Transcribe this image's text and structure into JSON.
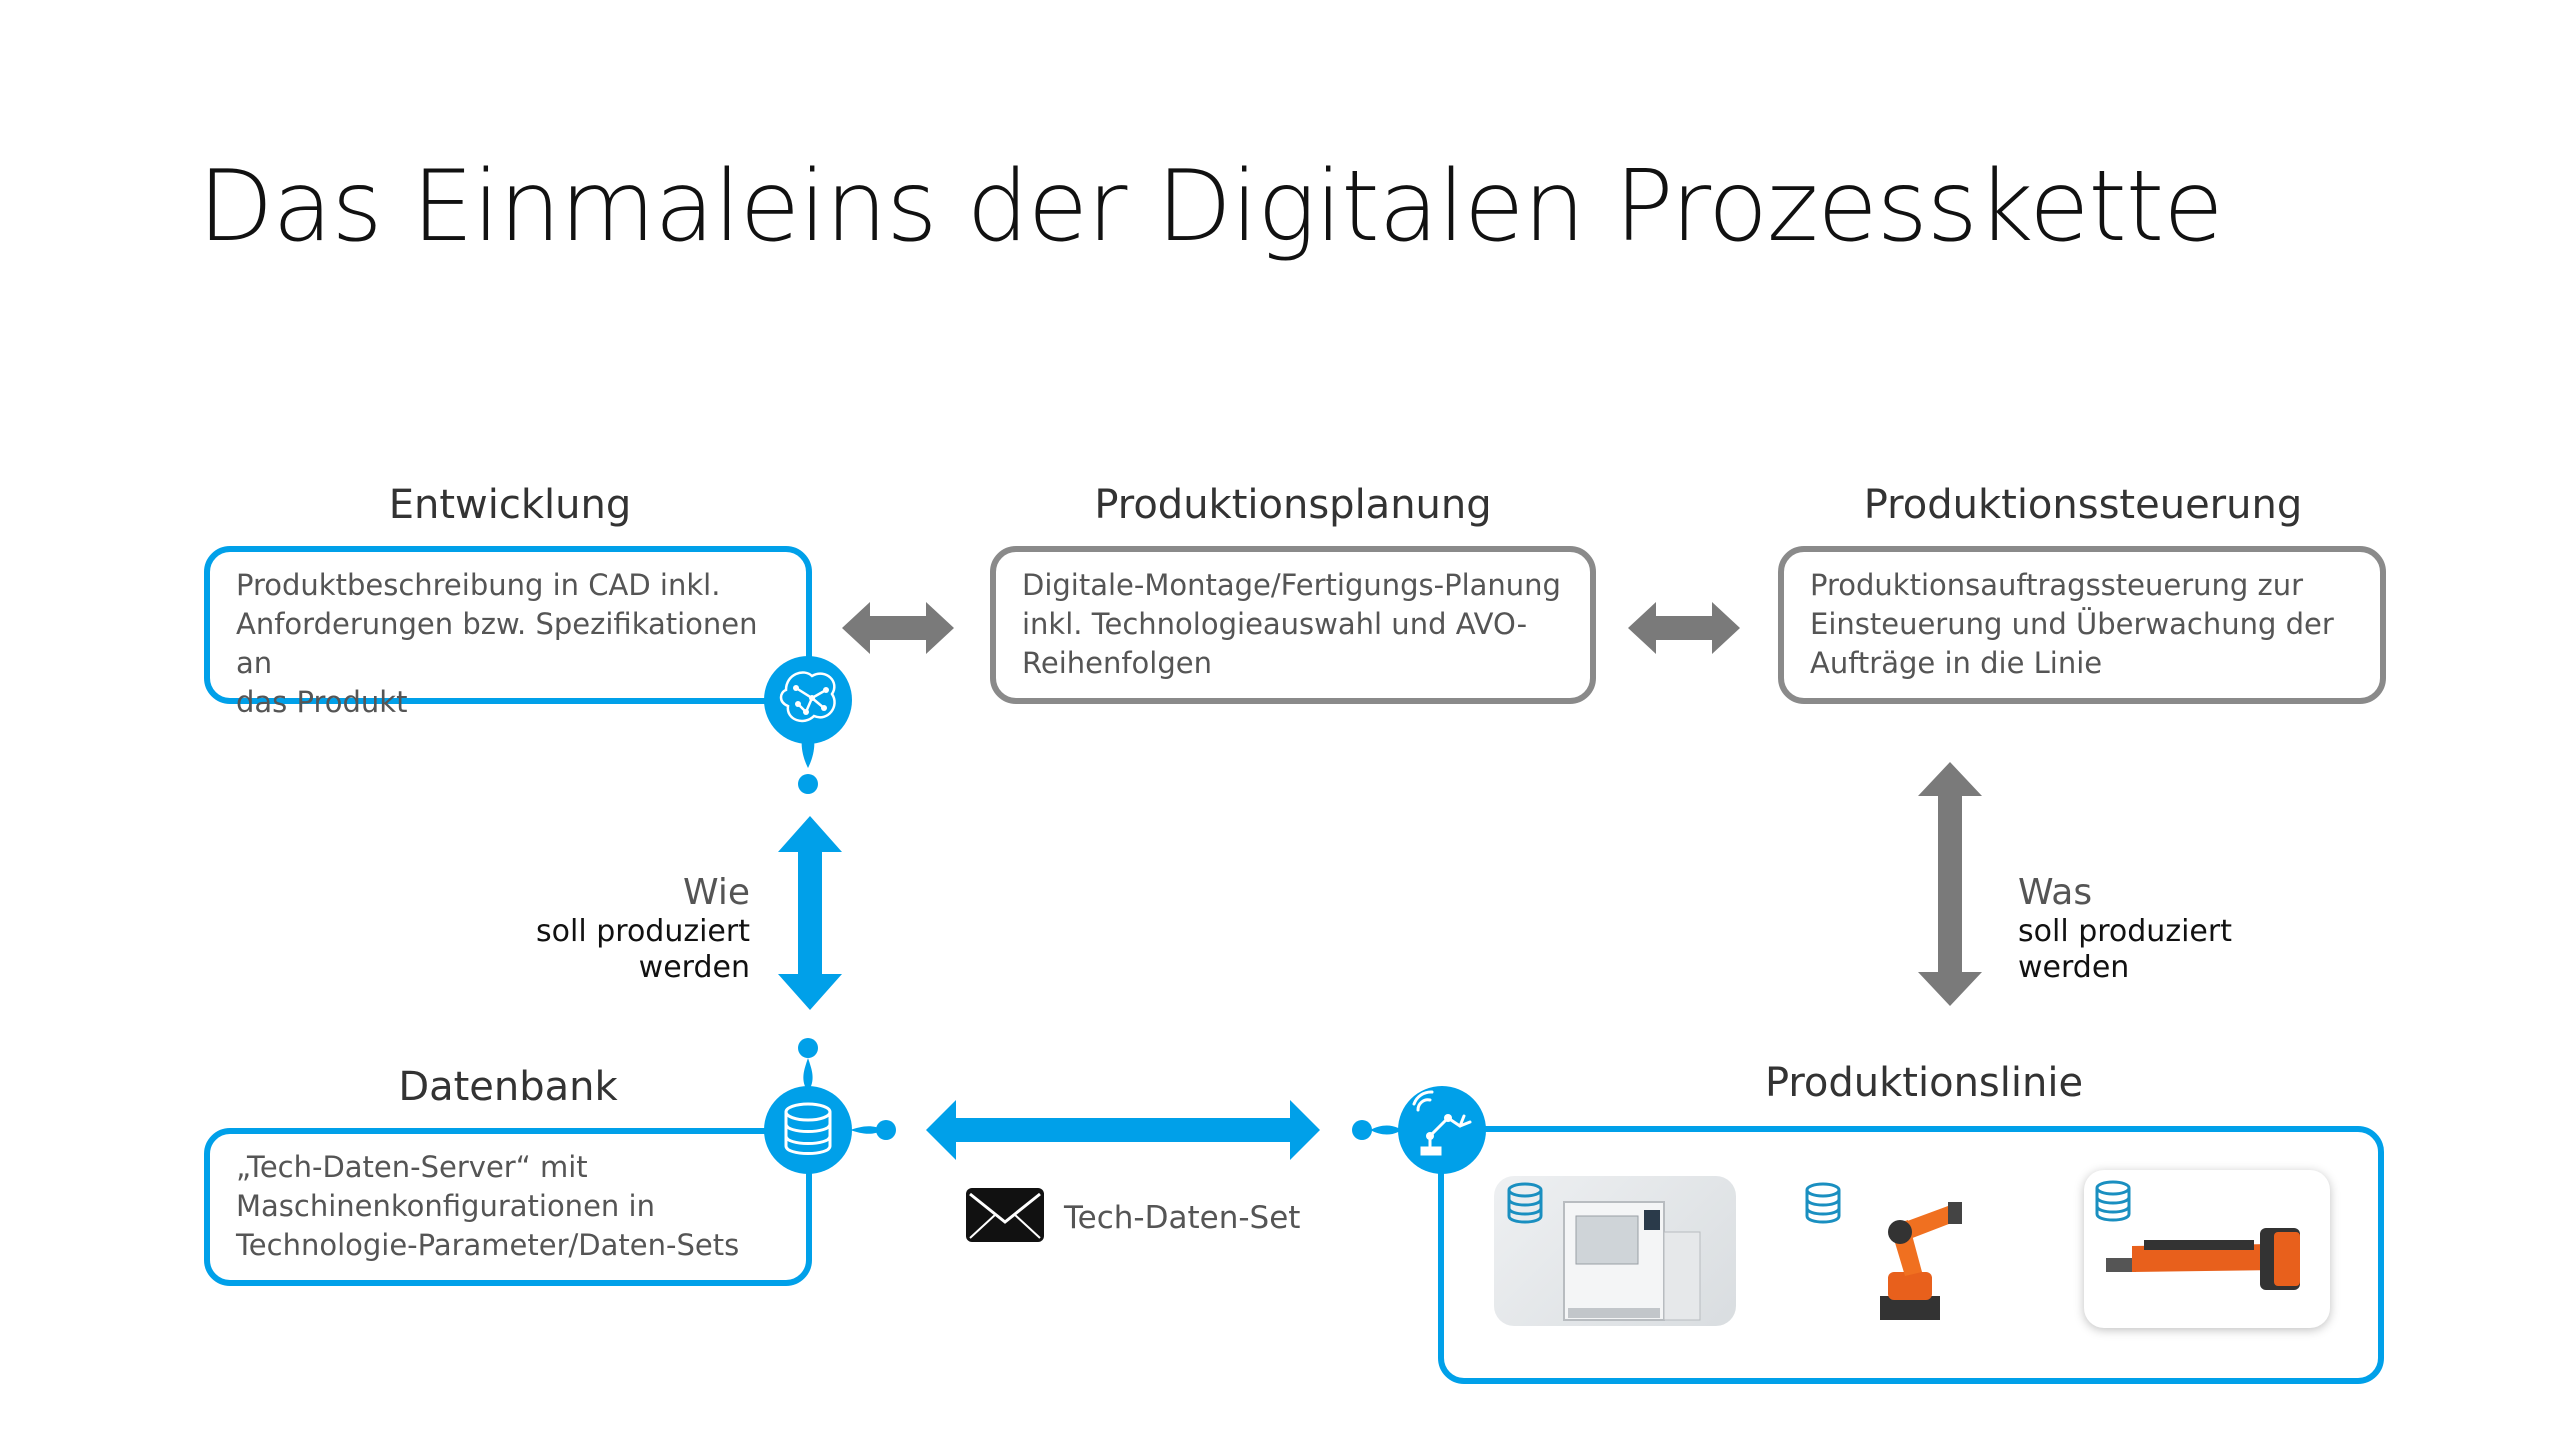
{
  "title": "Das Einmaleins der Digitalen Prozesskette",
  "entwicklung": {
    "heading": "Entwicklung",
    "lines": [
      "Produktbeschreibung in CAD inkl.",
      "Anforderungen bzw. Spezifikationen an",
      "das Produkt"
    ],
    "icon": "brain-network-icon"
  },
  "produktionsplanung": {
    "heading": "Produktionsplanung",
    "lines": [
      "Digitale-Montage/Fertigungs-Planung",
      "inkl. Technologieauswahl und AVO-",
      "Reihenfolgen"
    ]
  },
  "produktionssteuerung": {
    "heading": "Produktionssteuerung",
    "lines": [
      "Produktionsauftragssteuerung zur",
      "Einsteuerung und Überwachung der",
      "Aufträge in die Linie"
    ]
  },
  "wie": {
    "big": "Wie",
    "line1": "soll produziert",
    "line2": "werden"
  },
  "was": {
    "big": "Was",
    "line1": "soll produziert",
    "line2": "werden"
  },
  "datenbank": {
    "heading": "Datenbank",
    "lines": [
      "„Tech-Daten-Server“ mit",
      "Maschinenkonfigurationen in",
      "Technologie-Parameter/Daten-Sets"
    ],
    "icon": "database-icon"
  },
  "tech_daten_set": {
    "label": "Tech-Daten-Set",
    "icon": "envelope-icon"
  },
  "produktionslinie": {
    "heading": "Produktionslinie",
    "icon": "robot-arm-wifi-icon",
    "machines": [
      "machine-cabinet",
      "industrial-robot",
      "cordless-nutrunner"
    ]
  },
  "colors": {
    "accent": "#00A0E9",
    "gray": "#8a8a8a"
  }
}
